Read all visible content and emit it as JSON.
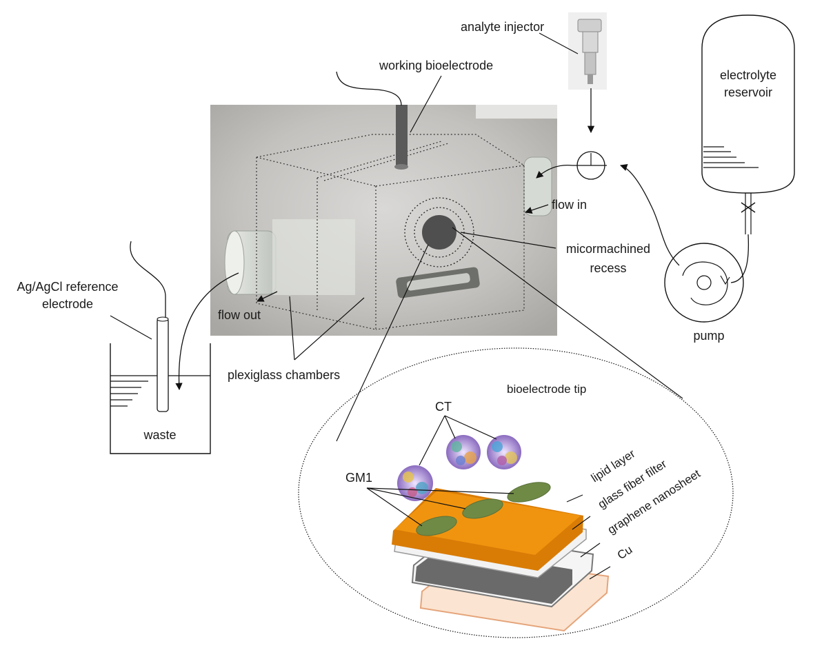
{
  "labels": {
    "analyte_injector": "analyte injector",
    "working_bioelectrode": "working bioelectrode",
    "electrolyte_reservoir_line1": "electrolyte",
    "electrolyte_reservoir_line2": "reservoir",
    "flow_in": "flow in",
    "flow_out": "flow out",
    "micromachined_recess_line1": "micormachined",
    "micromachined_recess_line2": "recess",
    "pump": "pump",
    "reference_electrode_line1": "Ag/AgCl reference",
    "reference_electrode_line2": "electrode",
    "waste": "waste",
    "plexiglass_chambers": "plexiglass chambers",
    "bioelectrode_tip": "bioelectrode tip",
    "ct": "CT",
    "gm1": "GM1",
    "lipid_layer": "lipid layer",
    "glass_fiber_filter": "glass fiber filter",
    "graphene_nanosheet": "graphene nanosheet",
    "cu": "Cu"
  },
  "colors": {
    "lipid_layer": "#f0940f",
    "gm1_patch": "#6f8a45",
    "graphene": "#6a6a6a",
    "cu": "#f5c8a2",
    "photo_bg": "#c7c5c3",
    "electrode_disk": "#4f4f4f"
  }
}
